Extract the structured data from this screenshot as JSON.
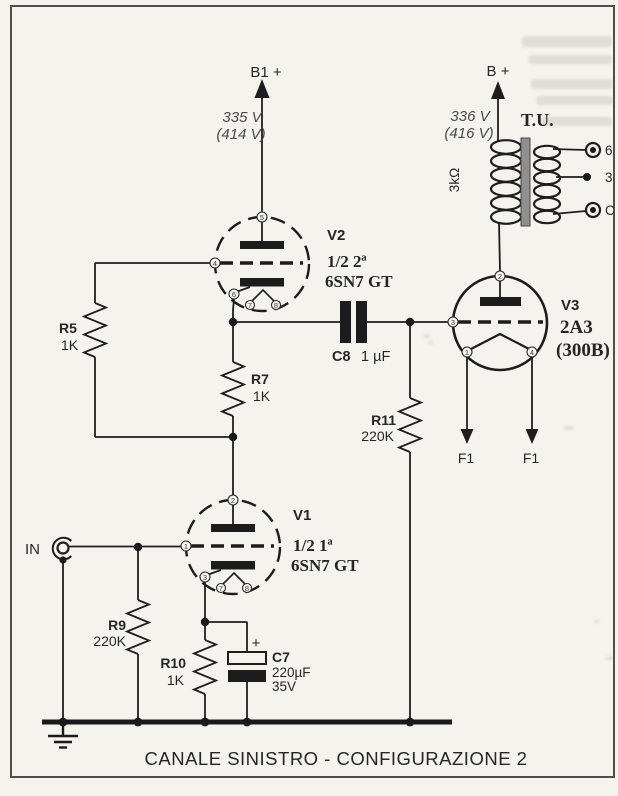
{
  "supplies": {
    "b1": {
      "label": "B1 +",
      "voltage": "335 V",
      "voltage_alt": "(414 V)"
    },
    "b": {
      "label": "B +",
      "voltage": "336 V",
      "voltage_alt": "(416 V)"
    }
  },
  "transformer": {
    "label": "T.U.",
    "primary_impedance": "3kΩ",
    "taps": [
      "6",
      "3",
      "C"
    ]
  },
  "tubes": {
    "v1": {
      "ref": "V1",
      "half": "1/2 1ª",
      "type": "6SN7 GT",
      "pins": {
        "plate": "2",
        "grid": "1",
        "cathode": "3",
        "heater1": "7",
        "heater2": "8"
      }
    },
    "v2": {
      "ref": "V2",
      "half": "1/2 2ª",
      "type": "6SN7 GT",
      "pins": {
        "plate": "5",
        "grid": "4",
        "cathode": "6",
        "heater1": "7",
        "heater2": "8"
      }
    },
    "v3": {
      "ref": "V3",
      "type": "2A3",
      "type_alt": "(300B)",
      "pins": {
        "plate": "2",
        "grid": "3",
        "fil1": "1",
        "fil2": "4"
      }
    }
  },
  "resistors": {
    "r5": {
      "ref": "R5",
      "value": "1K"
    },
    "r7": {
      "ref": "R7",
      "value": "1K"
    },
    "r9": {
      "ref": "R9",
      "value": "220K"
    },
    "r10": {
      "ref": "R10",
      "value": "1K"
    },
    "r11": {
      "ref": "R11",
      "value": "220K"
    }
  },
  "capacitors": {
    "c7": {
      "ref": "C7",
      "value": "220µF",
      "rating": "35V",
      "polarity": "+"
    },
    "c8": {
      "ref": "C8",
      "value": "1 µF"
    }
  },
  "input": {
    "label": "IN"
  },
  "filament": {
    "f1_left": "F1",
    "f1_right": "F1"
  },
  "caption": "CANALE SINISTRO - CONFIGURAZIONE 2",
  "colors": {
    "paper": "#f4f3ee",
    "ink": "#1c1c1c",
    "frame": "#4f4f4f"
  }
}
